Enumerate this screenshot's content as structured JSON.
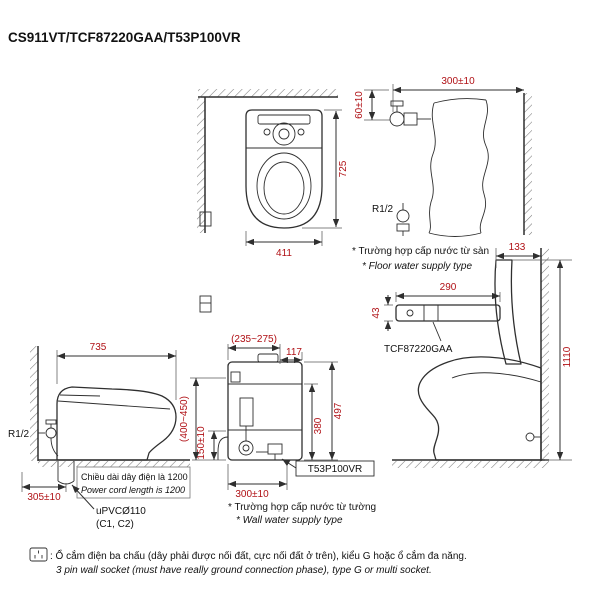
{
  "title": "CS911VT/TCF87220GAA/T53P100VR",
  "colors": {
    "dimension_text": "#b01116",
    "line": "#2f2f2f"
  },
  "plan_view": {
    "depth": "725",
    "width": "411"
  },
  "floor_supply": {
    "offset": "300±10",
    "height": "60±10",
    "inlet": "R1/2",
    "caption_vi": "* Trường hợp cấp nước từ sàn",
    "caption_en": "* Floor water supply type"
  },
  "right_view": {
    "dim_133": "133",
    "dim_290": "290",
    "dim_43": "43",
    "part": "TCF87220GAA",
    "dim_1110": "1110"
  },
  "left_view": {
    "dim_735": "735",
    "inlet": "R1/2",
    "dim_305": "305±10",
    "cord_vi": "Chiều dài dây điện là 1200",
    "cord_en": "Power cord length is 1200",
    "drain_1": "uPVCØ110",
    "drain_2": "(C1, C2)"
  },
  "front_view": {
    "dim_range_top": "(235~275)",
    "dim_117": "117",
    "dim_497": "497",
    "dim_380": "380",
    "dim_150": "150±10",
    "dim_range_side": "(400~450)",
    "dim_300": "300±10",
    "part": "T53P100VR",
    "caption_vi": "* Trường hợp cấp nước từ tường",
    "caption_en": "* Wall water supply type"
  },
  "footer": {
    "icon": "3-pin-socket",
    "note_vi": ": Ổ cắm điện ba chấu (dây phải được nối đất, cực nối đất ở trên), kiểu G hoặc ổ cắm đa năng.",
    "note_en": "3 pin wall socket (must have really ground connection phase), type G or multi socket."
  }
}
